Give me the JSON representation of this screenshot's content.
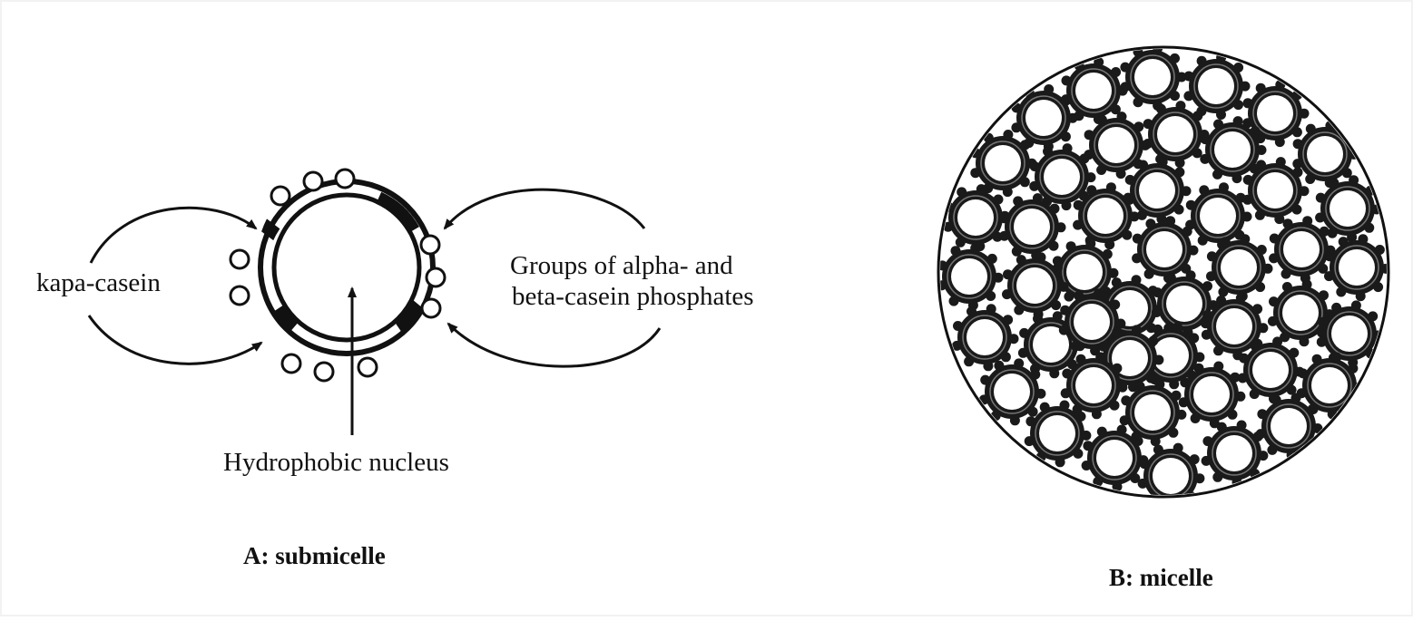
{
  "submicelle": {
    "caption": "A: submicelle",
    "label_kappa": "kapa-casein",
    "label_groups_line1": "Groups of alpha- and",
    "label_groups_line2": "beta-casein phosphates",
    "label_nucleus": "Hydrophobic nucleus"
  },
  "micelle": {
    "caption": "B: micelle"
  },
  "colors": {
    "ink": "#111111",
    "background": "#ffffff"
  }
}
